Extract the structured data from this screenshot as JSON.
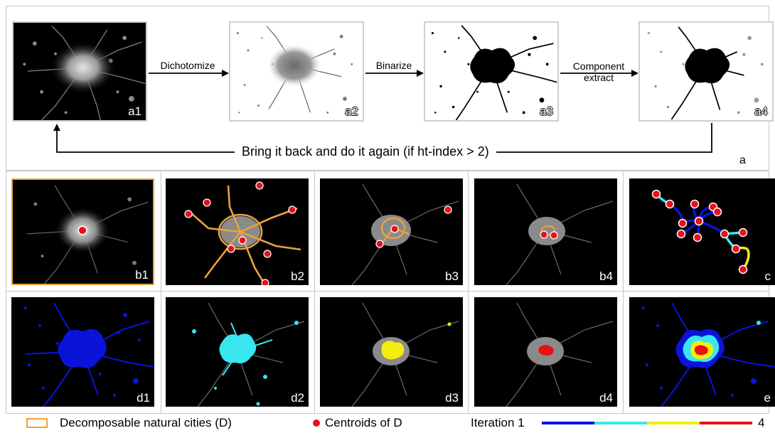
{
  "top": {
    "panels": [
      {
        "id": "a1",
        "label": "a1"
      },
      {
        "id": "a2",
        "label": "a2"
      },
      {
        "id": "a3",
        "label": "a3"
      },
      {
        "id": "a4",
        "label": "a4"
      }
    ],
    "arrows": [
      "Dichotomize",
      "Binarize",
      "Component\nextract"
    ],
    "loop_label": "Bring it back and do it again (if ht-index > 2)",
    "section_label": "a"
  },
  "row_b": {
    "panels": [
      {
        "label": "b1"
      },
      {
        "label": "b2"
      },
      {
        "label": "b3"
      },
      {
        "label": "b4"
      },
      {
        "label": "c"
      }
    ]
  },
  "row_d": {
    "panels": [
      {
        "label": "d1"
      },
      {
        "label": "d2"
      },
      {
        "label": "d3"
      },
      {
        "label": "d4"
      },
      {
        "label": "e"
      }
    ]
  },
  "legend": {
    "decomposable": "Decomposable natural cities (D)",
    "centroids": "Centroids of D",
    "iteration_start": "Iteration 1",
    "iteration_end": "4",
    "colors": {
      "decomposable": "#e8a33d",
      "centroid": "#e8101a",
      "iter1": "#0a14d8",
      "iter2": "#38e6f0",
      "iter3": "#f4ee10",
      "iter4": "#e81010"
    }
  }
}
